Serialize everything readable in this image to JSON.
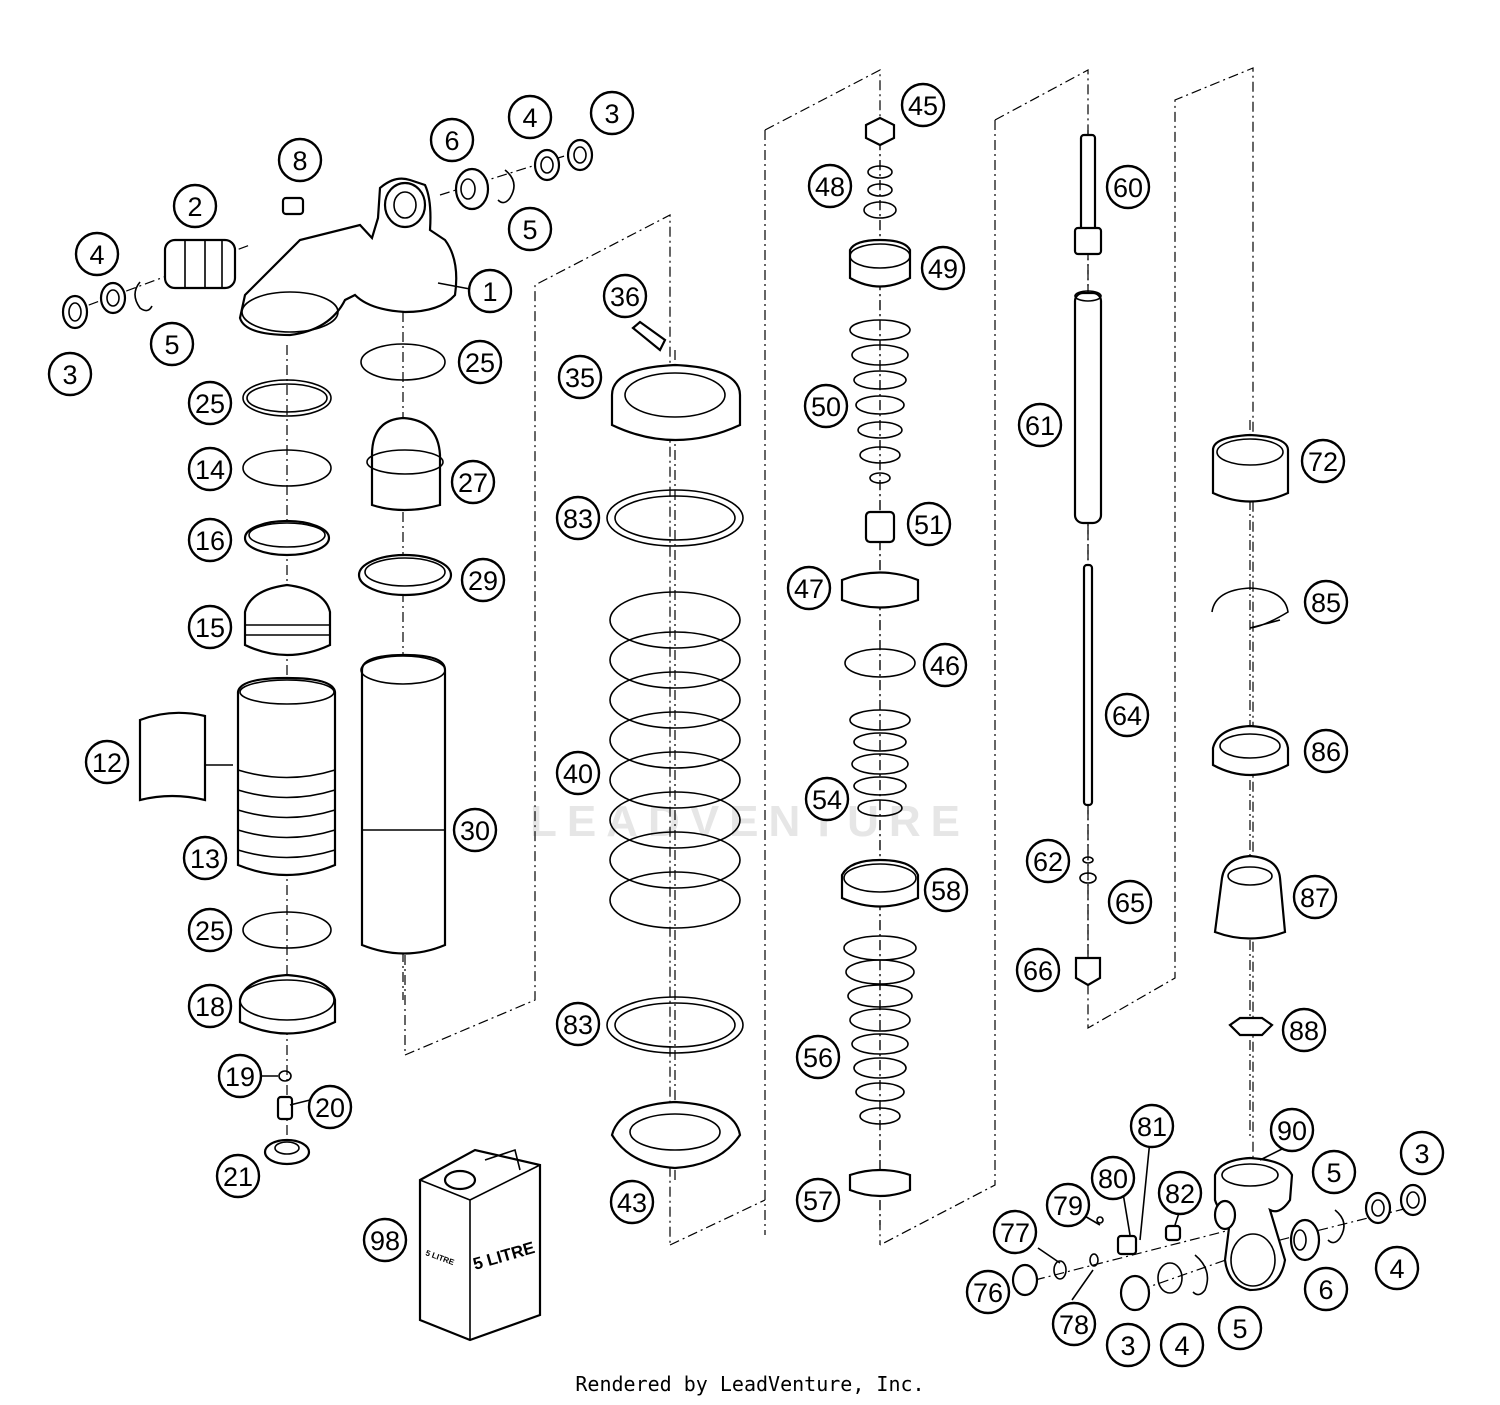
{
  "callouts": [
    {
      "label": "1"
    },
    {
      "label": "2"
    },
    {
      "label": "3"
    },
    {
      "label": "3"
    },
    {
      "label": "3"
    },
    {
      "label": "3"
    },
    {
      "label": "4"
    },
    {
      "label": "4"
    },
    {
      "label": "4"
    },
    {
      "label": "4"
    },
    {
      "label": "5"
    },
    {
      "label": "5"
    },
    {
      "label": "5"
    },
    {
      "label": "5"
    },
    {
      "label": "6"
    },
    {
      "label": "6"
    },
    {
      "label": "8"
    },
    {
      "label": "12"
    },
    {
      "label": "13"
    },
    {
      "label": "14"
    },
    {
      "label": "15"
    },
    {
      "label": "16"
    },
    {
      "label": "18"
    },
    {
      "label": "19"
    },
    {
      "label": "20"
    },
    {
      "label": "21"
    },
    {
      "label": "25"
    },
    {
      "label": "25"
    },
    {
      "label": "25"
    },
    {
      "label": "27"
    },
    {
      "label": "29"
    },
    {
      "label": "30"
    },
    {
      "label": "35"
    },
    {
      "label": "36"
    },
    {
      "label": "40"
    },
    {
      "label": "43"
    },
    {
      "label": "45"
    },
    {
      "label": "46"
    },
    {
      "label": "47"
    },
    {
      "label": "48"
    },
    {
      "label": "49"
    },
    {
      "label": "50"
    },
    {
      "label": "51"
    },
    {
      "label": "54"
    },
    {
      "label": "56"
    },
    {
      "label": "57"
    },
    {
      "label": "58"
    },
    {
      "label": "60"
    },
    {
      "label": "61"
    },
    {
      "label": "62"
    },
    {
      "label": "64"
    },
    {
      "label": "65"
    },
    {
      "label": "66"
    },
    {
      "label": "72"
    },
    {
      "label": "76"
    },
    {
      "label": "77"
    },
    {
      "label": "78"
    },
    {
      "label": "79"
    },
    {
      "label": "80"
    },
    {
      "label": "81"
    },
    {
      "label": "82"
    },
    {
      "label": "83"
    },
    {
      "label": "83"
    },
    {
      "label": "85"
    },
    {
      "label": "86"
    },
    {
      "label": "87"
    },
    {
      "label": "88"
    },
    {
      "label": "90"
    },
    {
      "label": "98"
    }
  ],
  "oil_can": {
    "front_label": "5 LITRE",
    "side_label": "5 LITRE"
  },
  "watermark": "LEADVENTURE",
  "footer": "Rendered by LeadVenture, Inc."
}
